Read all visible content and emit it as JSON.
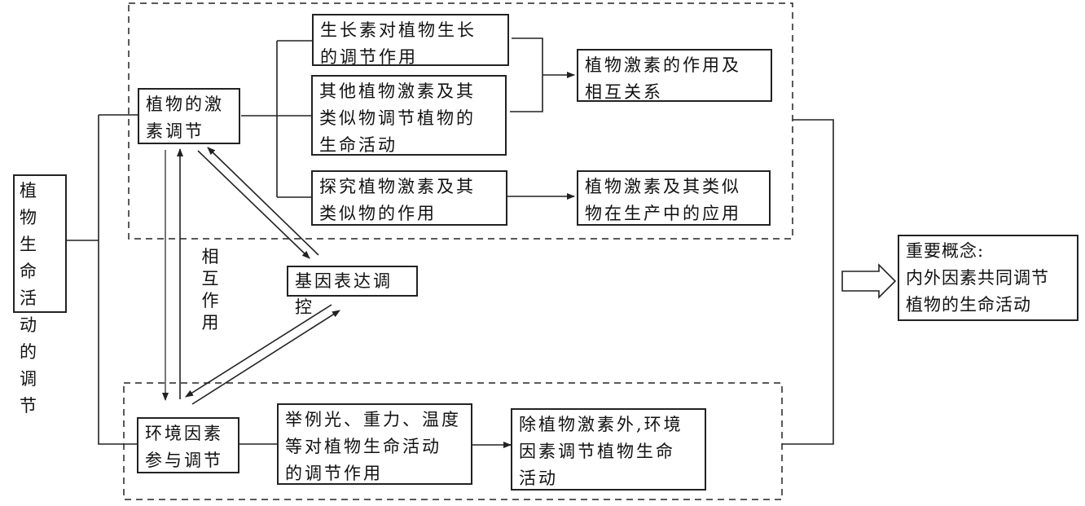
{
  "diagram": {
    "root": "植　物\n生　命\n活　动\n的　调\n节",
    "hormone_node": "植物的激\n素调节",
    "env_node": "环境因素\n参与调节",
    "gene_node": "基因表达调控",
    "interaction_label": "相\n互\n作\n用",
    "hormone_branches": [
      "生长素对植物生长\n的调节作用",
      "其他植物激素及其\n类似物调节植物的\n生命活动",
      "探究植物激素及其\n类似物的作用"
    ],
    "hormone_results": [
      "植物激素的作用及\n相互关系",
      "植物激素及其类似\n物在生产中的应用"
    ],
    "env_branch": "举例光、重力、温度\n等对植物生命活动\n的调节作用",
    "env_result": "除植物激素外,环境\n因素调节植物生命\n活动",
    "concept": "重要概念:\n内外因素共同调节\n植物的生命活动"
  }
}
